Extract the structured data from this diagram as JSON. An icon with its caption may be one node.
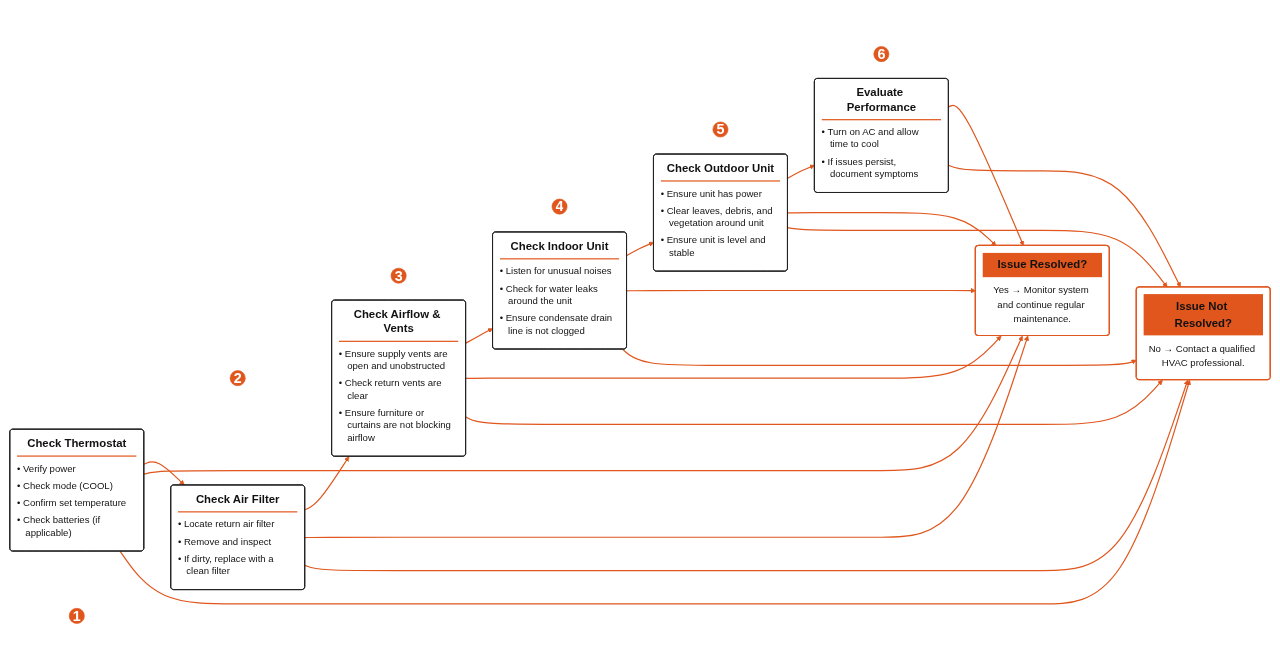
{
  "diagram": {
    "nodes": [
      {
        "text": [
          "1"
        ]
      },
      {
        "text": [
          "2"
        ]
      },
      {
        "text": [
          "3"
        ]
      },
      {
        "text": [
          "4"
        ]
      },
      {
        "text": [
          "5"
        ]
      },
      {
        "text": [
          "6"
        ]
      },
      {
        "text": [
          "Check Thermostat",
          "• Verify power",
          "• Check mode (COOL)",
          "• Confirm set temperature",
          "• Check batteries (if applicable)"
        ]
      },
      {
        "text": [
          "Check Air Filter",
          "• Locate return air filter",
          "• Remove and inspect",
          "• If dirty, replace with a clean filter"
        ]
      },
      {
        "text": [
          "Check Airflow & Vents",
          "• Ensure supply vents are open and unobstructed",
          "• Check return vents are clear",
          "• Ensure furniture or curtains are not blocking airflow"
        ]
      },
      {
        "text": [
          "Check Indoor Unit",
          "• Listen for unusual noises",
          "• Check for water leaks around the unit",
          "• Ensure condensate drain line is not clogged"
        ]
      },
      {
        "text": [
          "Check Outdoor Unit",
          "• Ensure unit has power",
          "• Clear leaves, debris, and vegetation around unit",
          "• Ensure unit is level and stable"
        ]
      },
      {
        "text": [
          "Evaluate Performance",
          "• Turn on AC and allow time to cool",
          "• If issues persist, document symptoms"
        ]
      },
      {
        "text": [
          "Issue Resolved?",
          "Yes → Monitor system and continue regular maintenance."
        ]
      },
      {
        "text": [
          "Issue Not Resolved?",
          "No → Contact a qualified HVAC professional."
        ]
      }
    ],
    "edges": [
      {
        "from": 6,
        "to": 7,
        "arrow": "to"
      },
      {
        "from": 7,
        "to": 8,
        "arrow": "to"
      },
      {
        "from": 8,
        "to": 9,
        "arrow": "to"
      },
      {
        "from": 9,
        "to": 10,
        "arrow": "to"
      },
      {
        "from": 10,
        "to": 11,
        "arrow": "to"
      },
      {
        "from": 6,
        "to": 12,
        "arrow": "to"
      },
      {
        "from": 6,
        "to": 13,
        "arrow": "to"
      },
      {
        "from": 7,
        "to": 12,
        "arrow": "to"
      },
      {
        "from": 7,
        "to": 13,
        "arrow": "to"
      },
      {
        "from": 8,
        "to": 12,
        "arrow": "to"
      },
      {
        "from": 8,
        "to": 13,
        "arrow": "to"
      },
      {
        "from": 9,
        "to": 12,
        "arrow": "to"
      },
      {
        "from": 9,
        "to": 13,
        "arrow": "to"
      },
      {
        "from": 10,
        "to": 12,
        "arrow": "to"
      },
      {
        "from": 10,
        "to": 13,
        "arrow": "to"
      },
      {
        "from": 11,
        "to": 12,
        "arrow": "to"
      },
      {
        "from": 11,
        "to": 13,
        "arrow": "to"
      }
    ]
  }
}
